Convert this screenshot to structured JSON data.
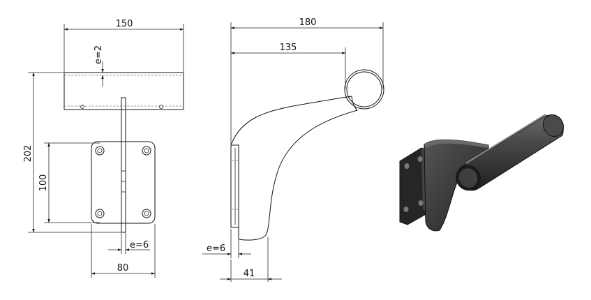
{
  "dimensions": {
    "top_width": "150",
    "tube_wall": "e=2",
    "overall_height": "202",
    "plate_height": "100",
    "plate_thickness_front": "e=6",
    "plate_width": "80",
    "overall_projection": "180",
    "tube_offset": "135",
    "plate_thickness_side": "e=6",
    "rib_base": "41"
  },
  "colors": {
    "line": "#111111",
    "render_dark": "#2b2b2b",
    "render_mid": "#3d3d3d",
    "render_light": "#5a5a5a"
  }
}
